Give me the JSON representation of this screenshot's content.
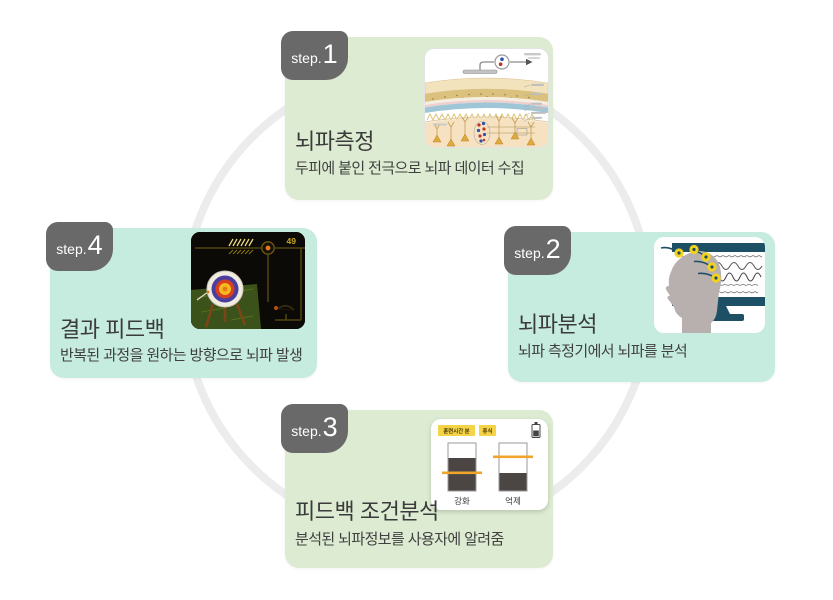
{
  "canvas": {
    "background": "#ffffff",
    "cycle_ring_color": "#ececec"
  },
  "steps": [
    {
      "badge_prefix": "step.",
      "badge_number": "1",
      "title": "뇌파측정",
      "description": "두피에 붙인 전극으로 뇌파 데이터 수집",
      "card_color": "#dcebd1",
      "illustration": "scalp-electrode-diagram"
    },
    {
      "badge_prefix": "step.",
      "badge_number": "2",
      "title": "뇌파분석",
      "description": "뇌파 측정기에서 뇌파를 분석",
      "card_color": "#c6ecdf",
      "illustration": "eeg-head-monitor"
    },
    {
      "badge_prefix": "step.",
      "badge_number": "3",
      "title": "피드백 조건분석",
      "description": "분석된 뇌파정보를 사용자에 알려줌",
      "card_color": "#dcebd1",
      "illustration": "feedback-threshold-panel",
      "panel": {
        "badges": [
          "훈련시간 분",
          "휴식"
        ],
        "badge_color": "#f4d348",
        "gauge_labels": [
          "강화",
          "억제"
        ],
        "threshold_color": "#f0a42c",
        "gauge_fill": "#4b4643"
      }
    },
    {
      "badge_prefix": "step.",
      "badge_number": "4",
      "title": "결과 피드백",
      "description": "반복된 과정을 원하는 방향으로 뇌파 발생",
      "card_color": "#c6ecdf",
      "illustration": "archery-game-feedback",
      "game": {
        "score": "49"
      }
    }
  ]
}
